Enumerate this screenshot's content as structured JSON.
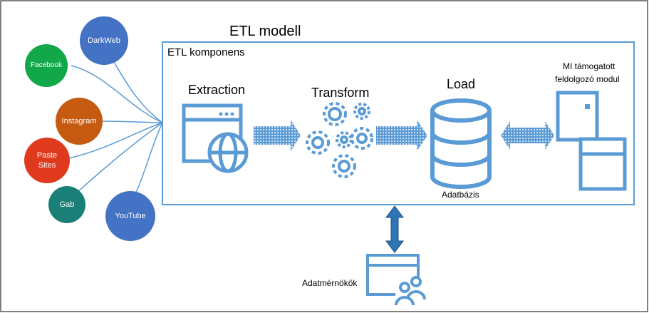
{
  "diagram": {
    "title": "ETL modell",
    "component_label": "ETL komponens",
    "stages": {
      "extraction": "Extraction",
      "transform": "Transform",
      "load": "Load"
    },
    "database_label": "Adatbázis",
    "ai_module": {
      "line1": "MI támogatott",
      "line2": "feldolgozó modul"
    },
    "engineers_label": "Adatmérnökök",
    "sources": [
      {
        "label": "DarkWeb",
        "color": "#4472c4"
      },
      {
        "label": "Facebook",
        "color": "#12a84a"
      },
      {
        "label": "Instagram",
        "color": "#c55a11"
      },
      {
        "label": "Paste",
        "label2": "Sites",
        "color": "#e03a1e"
      },
      {
        "label": "Gab",
        "color": "#1a7f76"
      },
      {
        "label": "YouTube",
        "color": "#4472c4"
      }
    ],
    "colors": {
      "accent": "#5b9bd5",
      "arrow_dark": "#2e75b6",
      "border": "#000000"
    }
  }
}
